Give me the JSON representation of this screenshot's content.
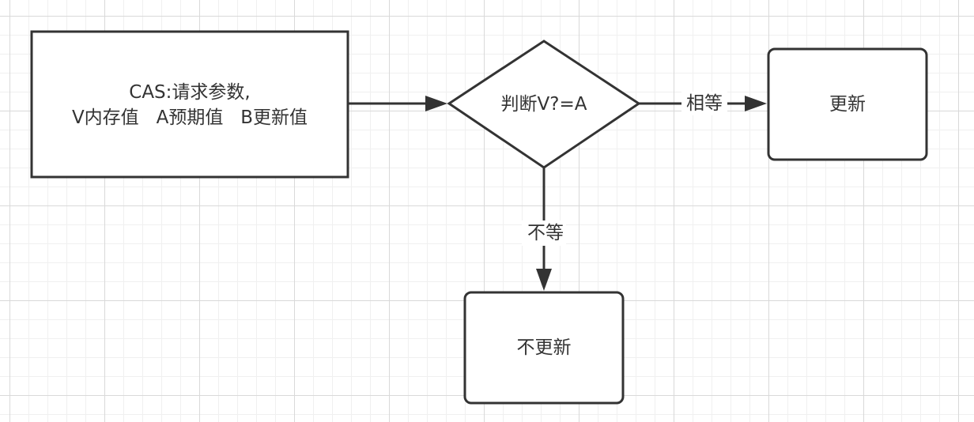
{
  "diagram": {
    "nodes": {
      "request": {
        "line1": "CAS:请求参数,",
        "line2": "V内存值   A预期值   B更新值"
      },
      "decision": {
        "label": "判断V?=A"
      },
      "update": {
        "label": "更新"
      },
      "no_update": {
        "label": "不更新"
      }
    },
    "edges": {
      "request_to_decision": {
        "label": ""
      },
      "decision_to_update": {
        "label": "相等"
      },
      "decision_to_no_update": {
        "label": "不等"
      }
    },
    "colors": {
      "stroke": "#333333",
      "text": "#333333",
      "grid_major": "#d9d9d9",
      "grid_minor": "#f0f0f0",
      "background": "#ffffff"
    }
  }
}
